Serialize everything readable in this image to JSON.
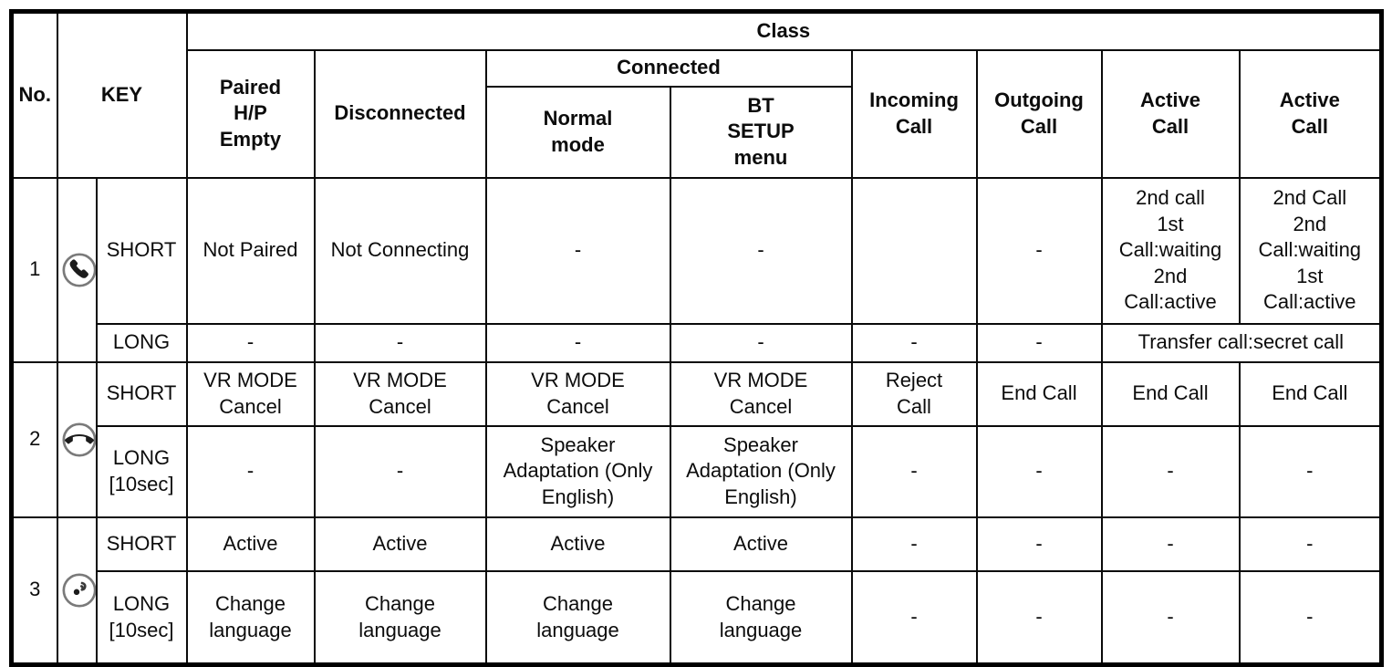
{
  "page": {
    "background_color": "#ffffff",
    "border_color": "#000000",
    "text_color": "#0c0c0c"
  },
  "table": {
    "header": {
      "no": "No.",
      "key": "KEY",
      "class": "Class",
      "paired_hp_empty": "Paired\nH/P\nEmpty",
      "disconnected": "Disconnected",
      "connected": "Connected",
      "normal_mode": "Normal\nmode",
      "bt_setup_menu": "BT\nSETUP\nmenu",
      "incoming_call": "Incoming\nCall",
      "outgoing_call": "Outgoing\nCall",
      "active_call_1": "Active\nCall",
      "active_call_2": "Active\nCall"
    },
    "rows": [
      {
        "no": "1",
        "icon": "call-answer-icon",
        "short": {
          "label": "SHORT",
          "paired": "Not Paired",
          "disconnected": "Not Connecting",
          "normal_mode": "-",
          "bt_setup": "-",
          "incoming": "",
          "outgoing": "-",
          "active_1": "2nd call\n1st\nCall:waiting\n2nd\nCall:active",
          "active_2": "2nd Call\n2nd\nCall:waiting\n1st\nCall:active"
        },
        "long": {
          "label": "LONG",
          "paired": "-",
          "disconnected": "-",
          "normal_mode": "-",
          "bt_setup": "-",
          "incoming": "-",
          "outgoing": "-",
          "active_merged": "Transfer call:secret call"
        }
      },
      {
        "no": "2",
        "icon": "call-end-icon",
        "short": {
          "label": "SHORT",
          "paired": "VR MODE\nCancel",
          "disconnected": "VR MODE\nCancel",
          "normal_mode": "VR MODE\nCancel",
          "bt_setup": "VR MODE\nCancel",
          "incoming": "Reject\nCall",
          "outgoing": "End Call",
          "active_1": "End Call",
          "active_2": "End Call"
        },
        "long": {
          "label": "LONG\n[10sec]",
          "paired": "-",
          "disconnected": "-",
          "normal_mode": "Speaker\nAdaptation (Only\nEnglish)",
          "bt_setup": "Speaker\nAdaptation (Only\nEnglish)",
          "incoming": "-",
          "outgoing": "-",
          "active_1": "-",
          "active_2": "-"
        }
      },
      {
        "no": "3",
        "icon": "voice-recognition-icon",
        "short": {
          "label": "SHORT",
          "paired": "Active",
          "disconnected": "Active",
          "normal_mode": "Active",
          "bt_setup": "Active",
          "incoming": "-",
          "outgoing": "-",
          "active_1": "-",
          "active_2": "-"
        },
        "long": {
          "label": "LONG\n[10sec]",
          "paired": "Change\nlanguage",
          "disconnected": "Change\nlanguage",
          "normal_mode": "Change\nlanguage",
          "bt_setup": "Change\nlanguage",
          "incoming": "-",
          "outgoing": "-",
          "active_1": "-",
          "active_2": "-"
        }
      }
    ]
  }
}
